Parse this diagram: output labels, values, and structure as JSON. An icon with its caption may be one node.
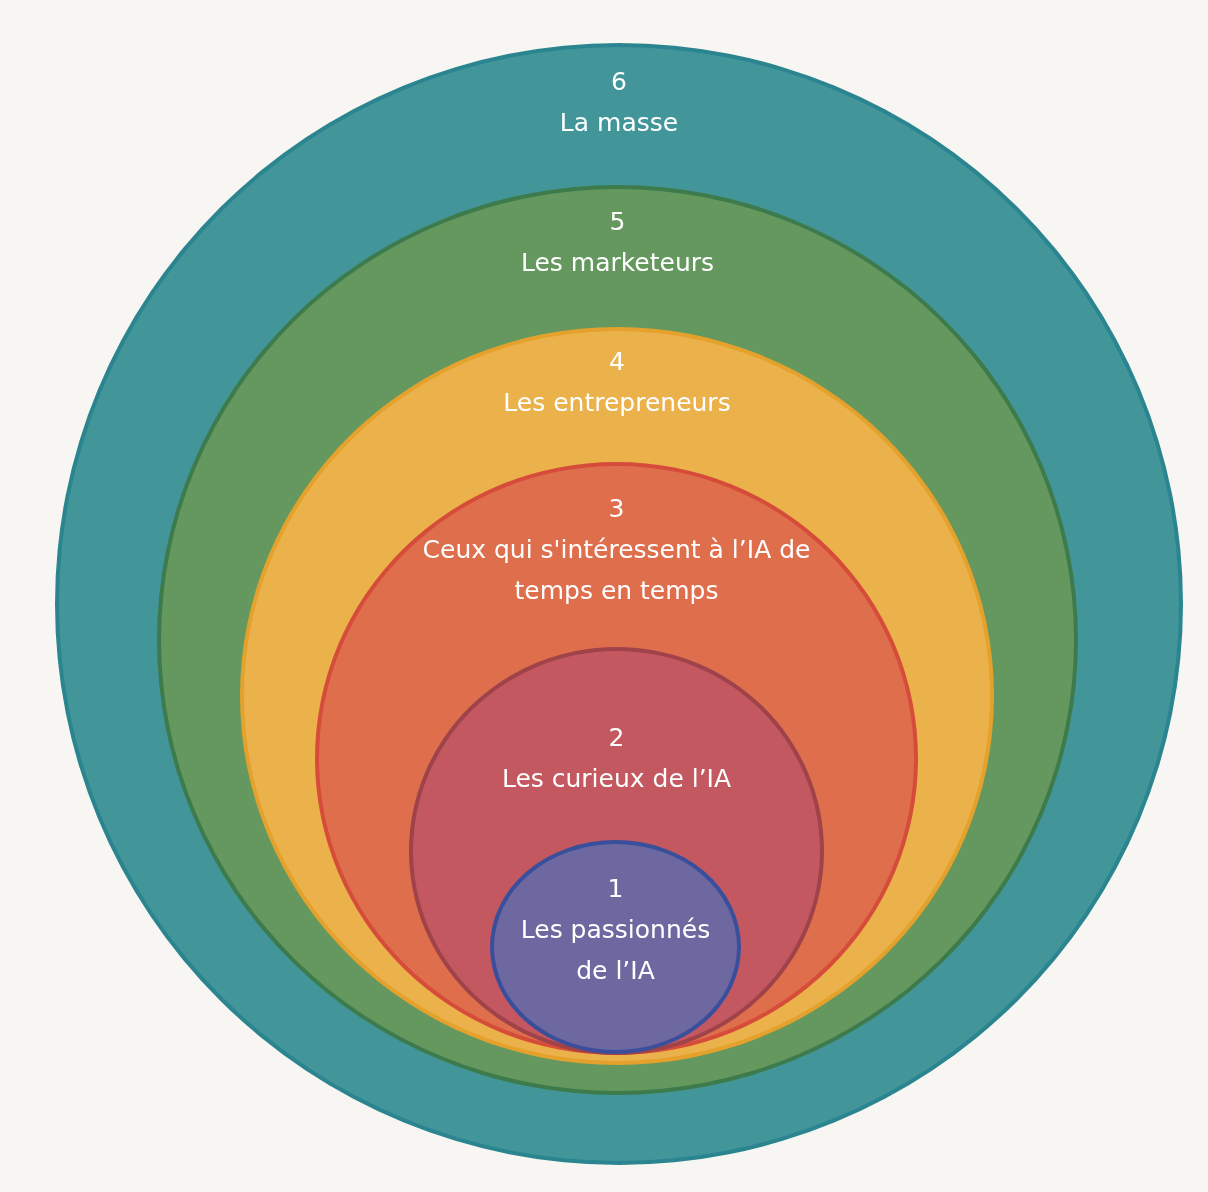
{
  "diagram": {
    "nodes": [
      {
        "text": [
          "6",
          "La masse"
        ]
      },
      {
        "text": [
          "5",
          "Les marketeurs"
        ],
        "in": 0
      },
      {
        "text": [
          "4",
          "Les entrepreneurs"
        ],
        "in": 1
      },
      {
        "text": [
          "3",
          "Ceux qui s'intéressent à l’IA de temps en temps"
        ],
        "in": 2
      },
      {
        "text": [
          "2",
          "Les curieux de l’IA"
        ],
        "in": 3
      },
      {
        "text": [
          "1",
          "Les passionnés de l’IA"
        ],
        "in": 4
      }
    ],
    "edges": []
  }
}
